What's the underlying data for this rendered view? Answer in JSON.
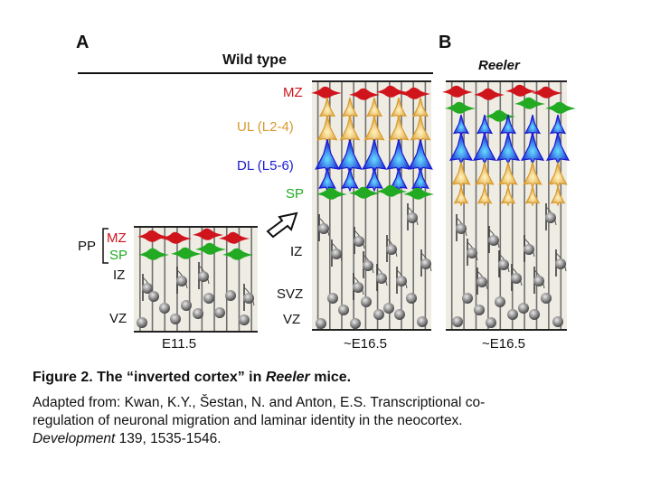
{
  "panels": {
    "a_letter": "A",
    "b_letter": "B",
    "wild_type_title": "Wild type",
    "reeler_title": "Reeler"
  },
  "e11": {
    "age": "E11.5",
    "pp_label": "PP",
    "mz": "MZ",
    "sp": "SP",
    "iz": "IZ",
    "vz": "VZ"
  },
  "e16_wt": {
    "age": "~E16.5",
    "mz": "MZ",
    "ul": "UL (L2-4)",
    "dl": "DL (L5-6)",
    "sp": "SP",
    "iz": "IZ",
    "svz": "SVZ",
    "vz": "VZ"
  },
  "e16_reeler": {
    "age": "~E16.5"
  },
  "colors": {
    "mz": "#d0141c",
    "sp": "#22aa22",
    "ul": "#d99a2b",
    "dl": "#1a1ad0",
    "tissue": "#efece4",
    "fiber": "#707070"
  },
  "caption": {
    "title_prefix": "Figure 2. The “inverted cortex” in ",
    "title_italic": "Reeler",
    "title_suffix": " mice.",
    "line1": "Adapted from: Kwan, K.Y., Šestan, N. and Anton, E.S. Transcriptional co-",
    "line2": "regulation of neuronal migration and laminar identity in the neocortex.",
    "line3_italic": "Development",
    "line3_rest": " 139, 1535-1546."
  }
}
